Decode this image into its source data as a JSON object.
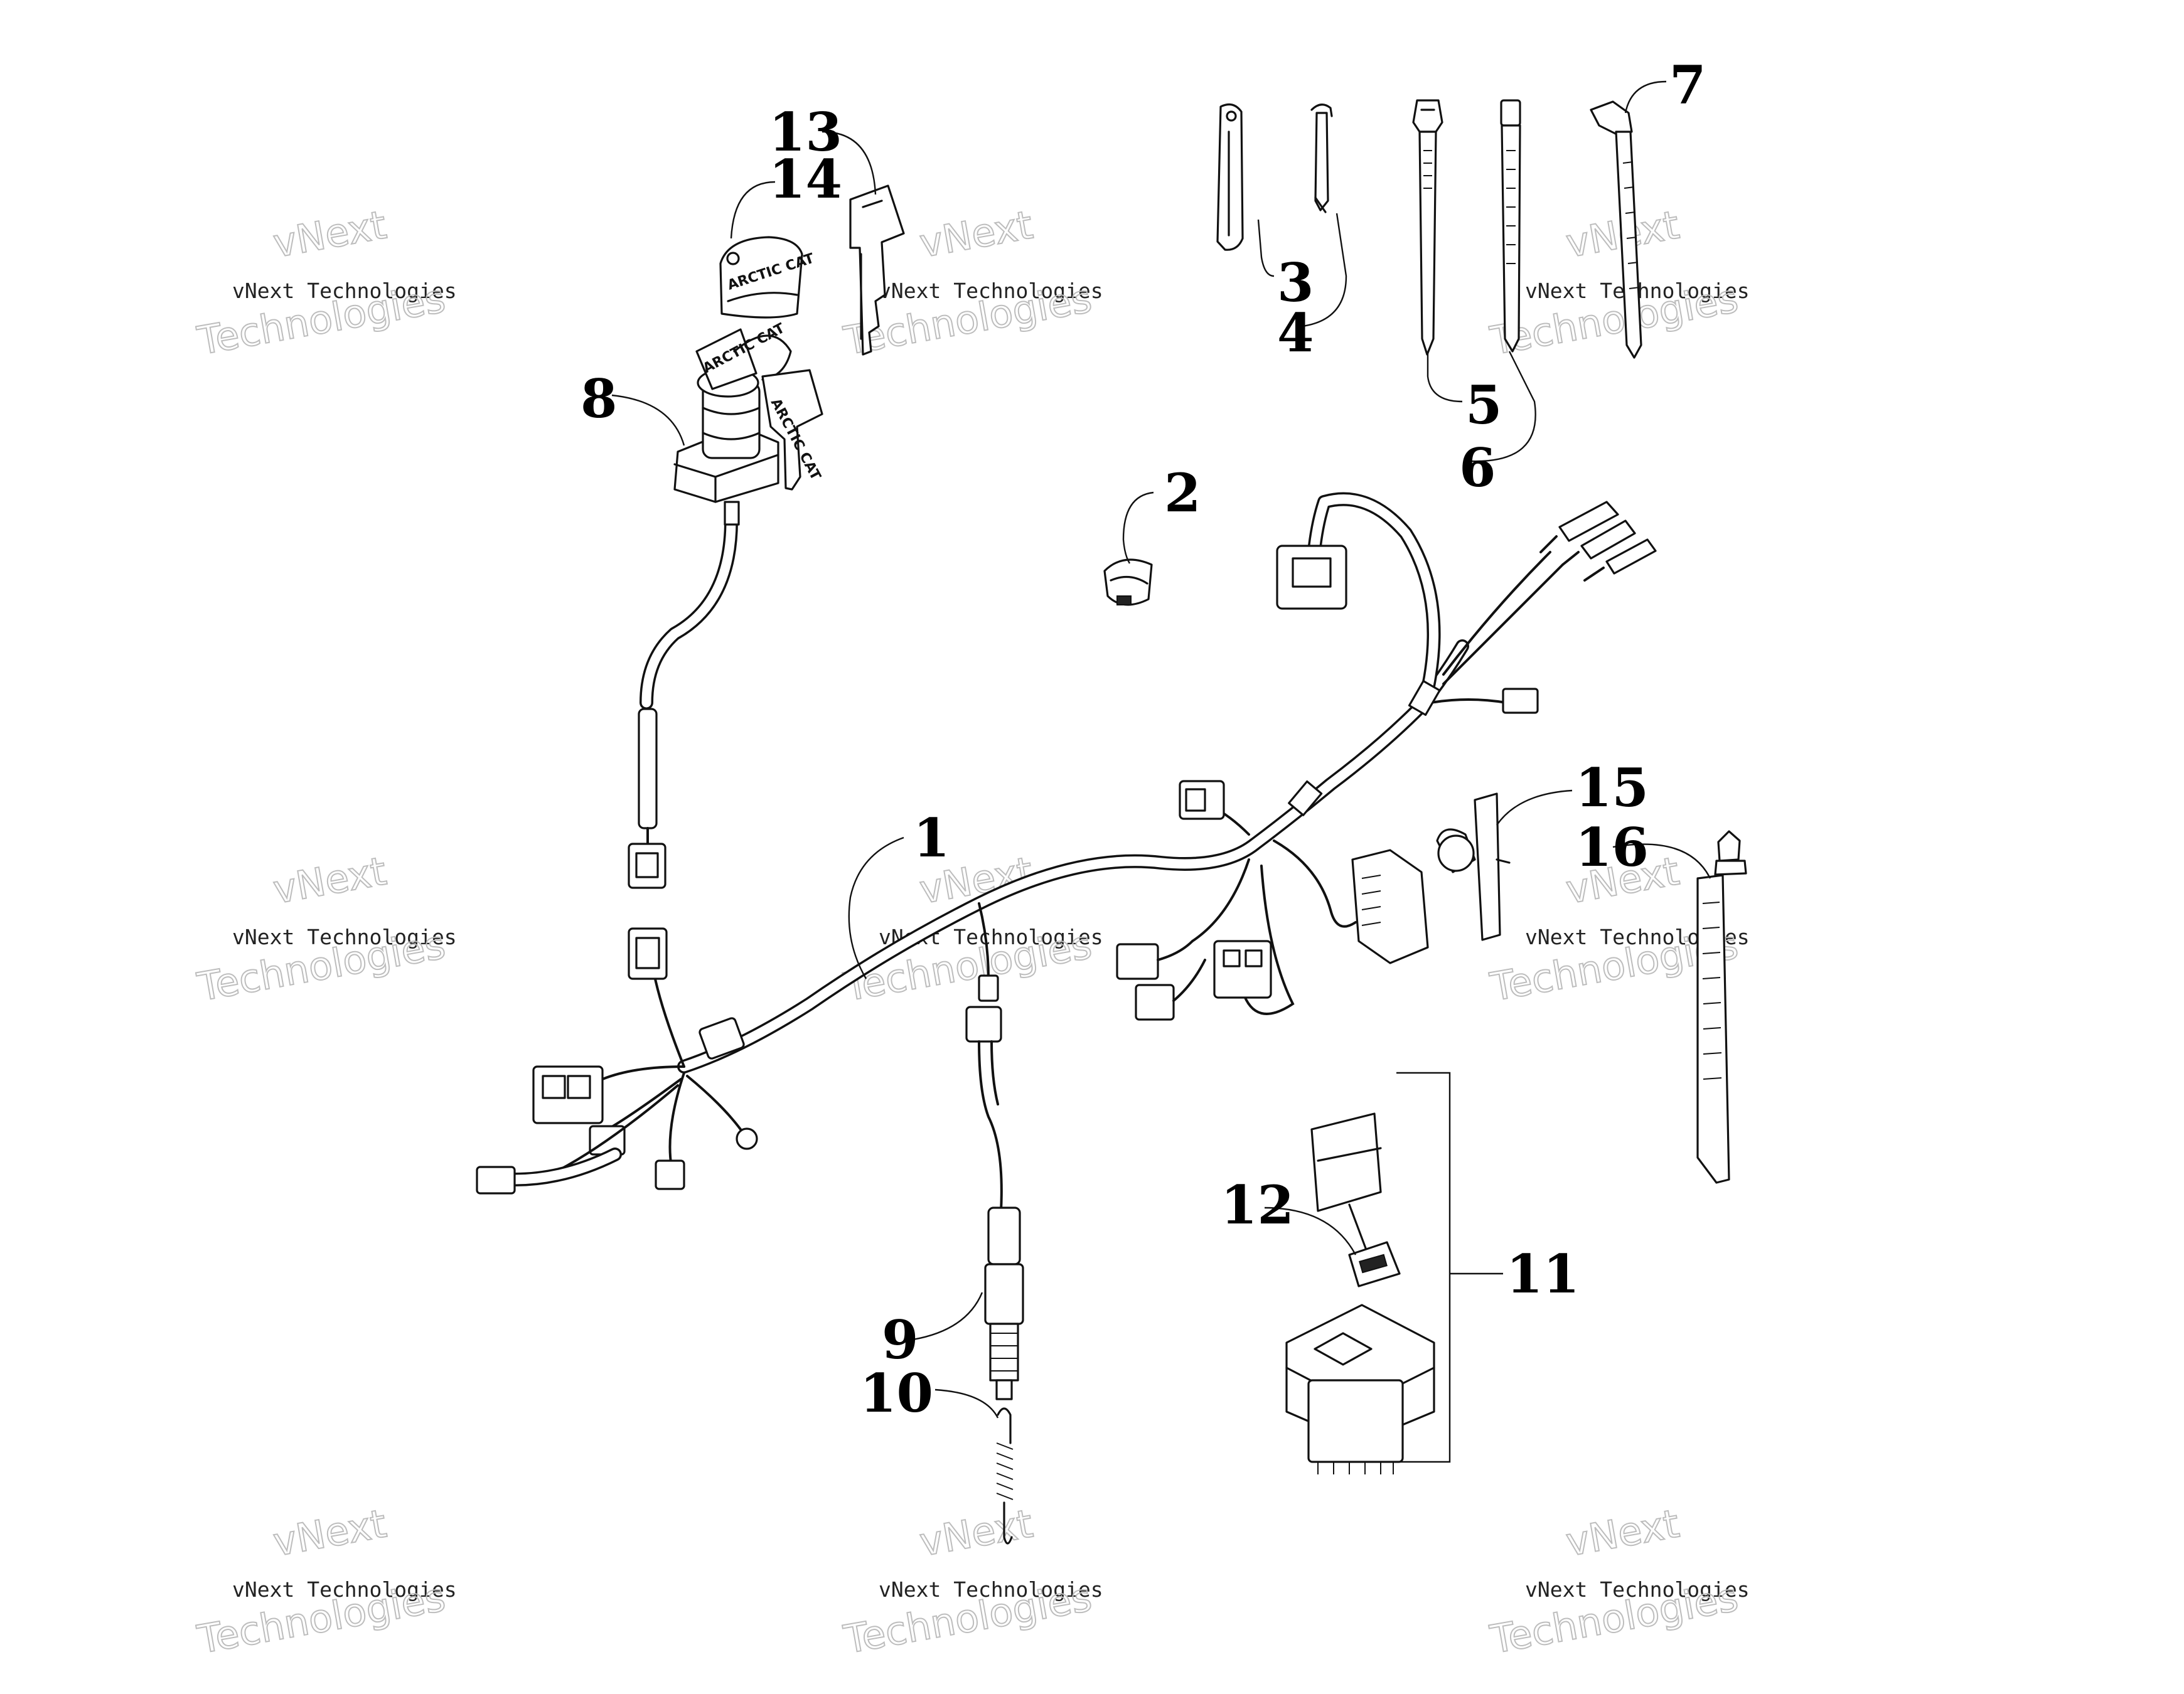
{
  "diagram": {
    "callouts": [
      {
        "id": "1",
        "label": "1"
      },
      {
        "id": "2",
        "label": "2"
      },
      {
        "id": "3",
        "label": "3"
      },
      {
        "id": "4",
        "label": "4"
      },
      {
        "id": "5",
        "label": "5"
      },
      {
        "id": "6",
        "label": "6"
      },
      {
        "id": "7",
        "label": "7"
      },
      {
        "id": "8",
        "label": "8"
      },
      {
        "id": "9",
        "label": "9"
      },
      {
        "id": "10",
        "label": "10"
      },
      {
        "id": "11",
        "label": "11"
      },
      {
        "id": "12",
        "label": "12"
      },
      {
        "id": "13",
        "label": "13"
      },
      {
        "id": "14",
        "label": "14"
      },
      {
        "id": "15",
        "label": "15"
      },
      {
        "id": "16",
        "label": "16"
      }
    ],
    "brand_text": "ARCTIC CAT"
  },
  "watermark": {
    "line1": "vNext",
    "line2": "vNext Technologies",
    "line3": "Technologies"
  }
}
